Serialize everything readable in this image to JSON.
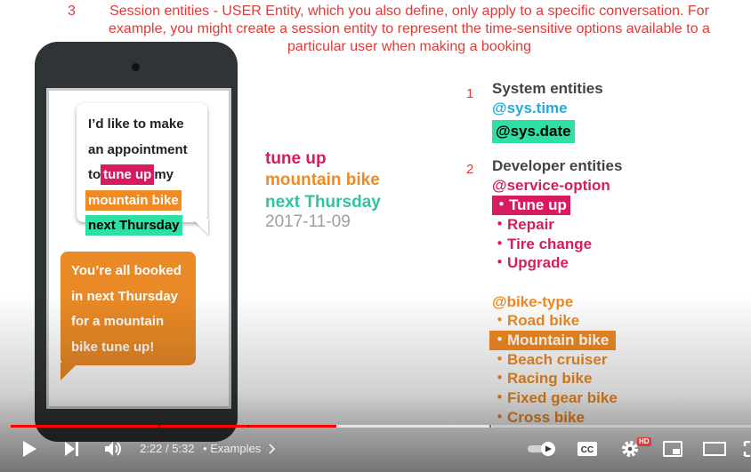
{
  "note": {
    "number": "3",
    "text": "Session entities - USER Entity, which you also define, only apply to a specific conversation. For example, you might create a session entity to represent the time-sensitive options available to a particular user when making a booking"
  },
  "phone": {
    "user_message": {
      "line1": "I’d like to make",
      "line2": "an appointment",
      "line3_prefix": "to",
      "line3_highlight": "tune up",
      "line3_suffix": "my",
      "line4_highlight": "mountain bike",
      "line5_highlight": "next Thursday"
    },
    "bot_message": {
      "line1": "You’re all booked",
      "line2": "in next Thursday",
      "line3": "for a mountain",
      "line4": "bike tune up!"
    }
  },
  "extracted": {
    "service": "tune up",
    "bike": "mountain bike",
    "date_text": "next Thursday",
    "date_value": "2017-11-09"
  },
  "system_entities": {
    "number": "1",
    "heading": "System entities",
    "items": [
      "@sys.time",
      "@sys.date"
    ]
  },
  "developer_entities": {
    "number": "2",
    "heading": "Developer entities",
    "service_option": {
      "name": "@service-option",
      "items": [
        "・Tune up",
        "・Repair",
        "・Tire change",
        "・Upgrade"
      ]
    },
    "bike_type": {
      "name": "@bike-type",
      "items": [
        "・Road bike",
        "・Mountain bike",
        "・Beach cruiser",
        "・Racing bike",
        "・Fixed gear bike",
        "・Cross bike"
      ]
    }
  },
  "player": {
    "current_time": "2:22",
    "separator": "/",
    "duration": "5:32",
    "chapter_prefix": "•",
    "chapter": "Examples",
    "hd_badge": "HD",
    "progress_played": 0.44,
    "progress_loaded": 0.65
  },
  "colors": {
    "accent_red": "#d81b60",
    "accent_orange": "#ef8a24",
    "accent_teal": "#2ee0a6",
    "accent_blue": "#29a8d8",
    "note_red": "#e53935",
    "progress_red": "#ff0000"
  },
  "icons": [
    "play-icon",
    "next-icon",
    "volume-icon",
    "autoplay-toggle-icon",
    "subtitles-icon",
    "settings-icon",
    "miniplayer-icon",
    "theater-mode-icon",
    "fullscreen-icon"
  ]
}
